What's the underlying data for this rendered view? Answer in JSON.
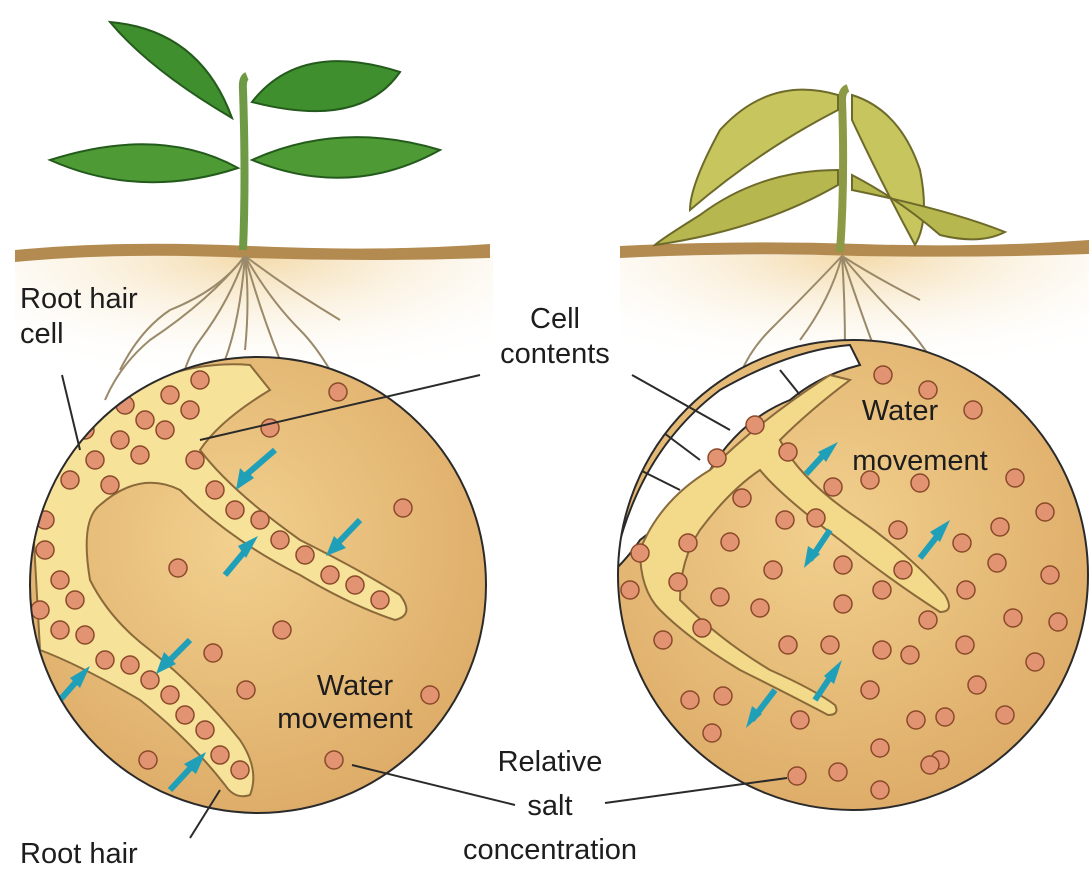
{
  "labels": {
    "root_hair_cell_line1": "Root hair",
    "root_hair_cell_line2": "cell",
    "cell_contents_line1": "Cell",
    "cell_contents_line2": "contents",
    "water_left_line1": "Water",
    "water_left_line2": "movement",
    "water_right_line1": "Water",
    "water_right_line2": "movement",
    "relative_line1": "Relative",
    "relative_line2": "salt",
    "relative_line3": "concentration",
    "root_hair": "Root hair"
  },
  "colors": {
    "soil": "#efcf94",
    "circle_fill": "#e8bf7c",
    "root_hair_fill": "#f7e29a",
    "salt_dot": "#e29472",
    "arrow": "#1f9fb8",
    "healthy_leaf": "#3f8f2e",
    "wilted_leaf": "#c6c55e",
    "line": "#2a2a2a"
  }
}
